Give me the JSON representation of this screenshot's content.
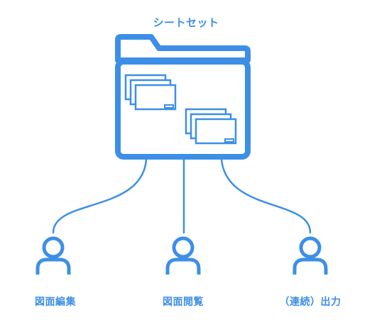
{
  "title": "シートセット",
  "colors": {
    "accent": "#3d8fe6",
    "fill": "#ffffff"
  },
  "users": [
    {
      "label": "図面編集",
      "icon": "user-icon"
    },
    {
      "label": "図面閲覧",
      "icon": "user-icon"
    },
    {
      "label": "（連続）出力",
      "icon": "user-icon"
    }
  ],
  "folder": {
    "icon": "folder-icon",
    "sheet_groups": 2,
    "sheets_per_group": 3
  }
}
